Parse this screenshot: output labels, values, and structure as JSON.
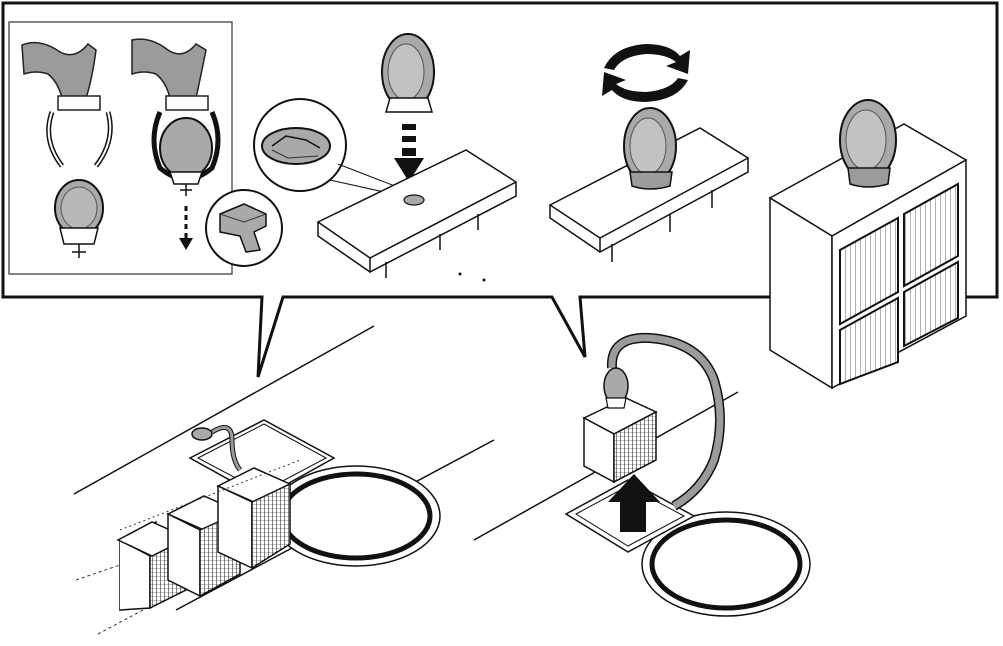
{
  "figure": {
    "kind": "installation-instructions",
    "text_labels": [],
    "colors": {
      "ink": "#111111",
      "part_fill": "#a9a9a9",
      "part_dark": "#7a7a7a",
      "hose": "#9b9b9b",
      "paper": "#ffffff"
    },
    "steps": [
      {
        "id": "hose-clip-attach"
      },
      {
        "id": "detail-tab"
      },
      {
        "id": "insert-adapter"
      },
      {
        "id": "rotate-adapter"
      },
      {
        "id": "adapter-mounted-on-filter"
      },
      {
        "id": "filters-in-place"
      },
      {
        "id": "lift-filter-out"
      }
    ]
  }
}
